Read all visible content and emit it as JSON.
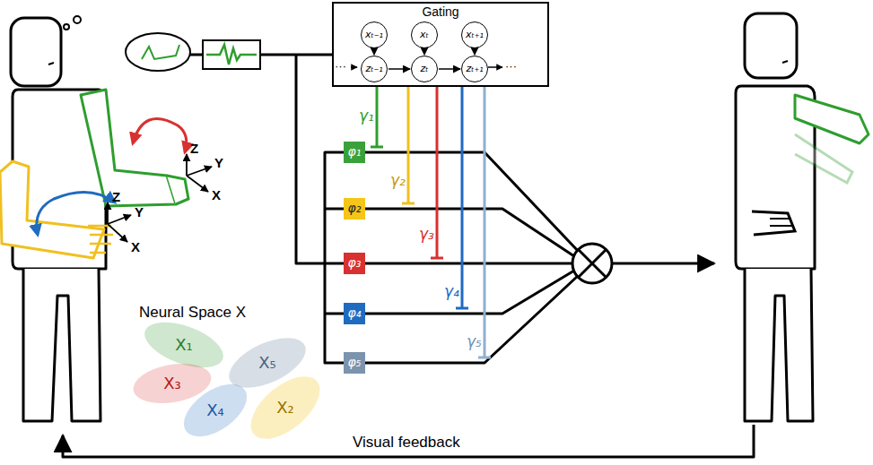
{
  "diagram": {
    "nodes": [
      {
        "text": [
          "Gating"
        ]
      },
      {
        "text": [
          "xₜ₋₁"
        ],
        "in": 0
      },
      {
        "text": [
          "xₜ"
        ],
        "in": 0
      },
      {
        "text": [
          "xₜ₊₁"
        ],
        "in": 0
      },
      {
        "text": [
          "zₜ₋₁"
        ],
        "in": 0
      },
      {
        "text": [
          "zₜ"
        ],
        "in": 0
      },
      {
        "text": [
          "zₜ₊₁"
        ],
        "in": 0
      },
      {
        "text": [
          "φ₁"
        ]
      },
      {
        "text": [
          "φ₂"
        ]
      },
      {
        "text": [
          "φ₃"
        ]
      },
      {
        "text": [
          "φ₄"
        ]
      },
      {
        "text": [
          "φ₅"
        ]
      },
      {
        "text": [
          "X₁"
        ]
      },
      {
        "text": [
          "X₃"
        ]
      },
      {
        "text": [
          "X₅"
        ]
      },
      {
        "text": [
          "X₄"
        ]
      },
      {
        "text": [
          "X₂"
        ]
      }
    ],
    "edges": [
      {
        "from": 1,
        "to": 4,
        "arrow": "to"
      },
      {
        "from": 2,
        "to": 5,
        "arrow": "to"
      },
      {
        "from": 3,
        "to": 6,
        "arrow": "to"
      },
      {
        "from": 4,
        "to": 5,
        "arrow": "to"
      },
      {
        "from": 5,
        "to": 6,
        "arrow": "to"
      }
    ],
    "labels": [
      "Z",
      "Y",
      "X",
      "Z",
      "Y",
      "X",
      "γ₁",
      "γ₂",
      "γ₃",
      "γ₄",
      "γ₅",
      "Neural Space X",
      "Visual feedback",
      "···",
      "···"
    ]
  }
}
